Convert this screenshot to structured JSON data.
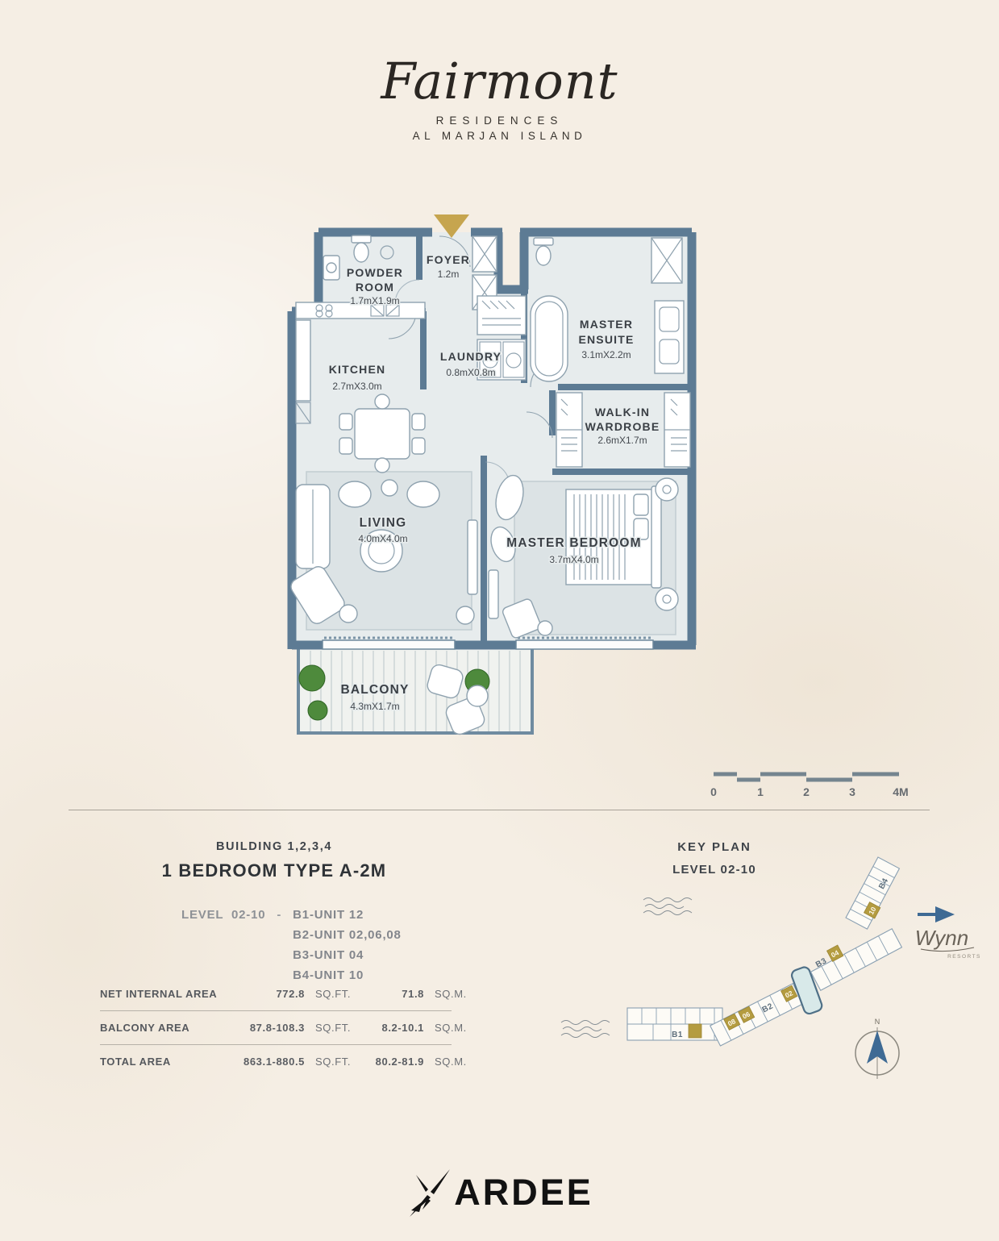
{
  "brand": {
    "script": "Fairmont",
    "line1": "RESIDENCES",
    "line2": "AL MARJAN ISLAND"
  },
  "plan": {
    "rooms": {
      "powder": {
        "line1": "POWDER",
        "line2": "ROOM",
        "dims": "1.7mX1.9m"
      },
      "foyer": {
        "line1": "FOYER",
        "dims": "1.2m"
      },
      "kitchen": {
        "line1": "KITCHEN",
        "dims": "2.7mX3.0m"
      },
      "laundry": {
        "line1": "LAUNDRY",
        "dims": "0.8mX0.8m"
      },
      "ensuite": {
        "line1": "MASTER",
        "line2": "ENSUITE",
        "dims": "3.1mX2.2m"
      },
      "wardrobe": {
        "line1": "WALK-IN",
        "line2": "WARDROBE",
        "dims": "2.6mX1.7m"
      },
      "living": {
        "line1": "LIVING",
        "dims": "4.0mX4.0m"
      },
      "bedroom": {
        "line1": "MASTER BEDROOM",
        "dims": "3.7mX4.0m"
      },
      "balcony": {
        "line1": "BALCONY",
        "dims": "4.3mX1.7m"
      }
    }
  },
  "scalebar": {
    "labels": [
      "0",
      "1",
      "2",
      "3",
      "4M"
    ]
  },
  "info": {
    "building": "BUILDING 1,2,3,4",
    "unit_type": "1 BEDROOM TYPE A-2M",
    "level": "LEVEL  02-10",
    "separator": "-",
    "units": [
      "B1-UNIT 12",
      "B2-UNIT 02,06,08",
      "B3-UNIT 04",
      "B4-UNIT 10"
    ]
  },
  "areas": {
    "rows": [
      {
        "label": "NET INTERNAL AREA",
        "sqft": "772.8",
        "sqft_unit": "SQ.FT.",
        "sqm": "71.8",
        "sqm_unit": "SQ.M."
      },
      {
        "label": "BALCONY AREA",
        "sqft": "87.8-108.3",
        "sqft_unit": "SQ.FT.",
        "sqm": "8.2-10.1",
        "sqm_unit": "SQ.M."
      },
      {
        "label": "TOTAL AREA",
        "sqft": "863.1-880.5",
        "sqft_unit": "SQ.FT.",
        "sqm": "80.2-81.9",
        "sqm_unit": "SQ.M."
      }
    ]
  },
  "keyplan": {
    "title": "KEY PLAN",
    "level": "LEVEL 02-10",
    "buildings": [
      "B1",
      "B2",
      "B3",
      "B4"
    ],
    "badges": [
      "08",
      "06",
      "02",
      "04",
      "10"
    ],
    "partner": {
      "name": "Wynn",
      "sub": "RESORTS"
    },
    "north": "N"
  },
  "footer": {
    "logo": "ARDEE"
  },
  "colors": {
    "background": "#f5eee4",
    "wall": "#5d7b94",
    "gold": "#c6a54f",
    "floor": "#e7eced",
    "highlight": "#d8e9e9",
    "text_dark": "#2f3337",
    "text_gray": "#8e9196"
  }
}
